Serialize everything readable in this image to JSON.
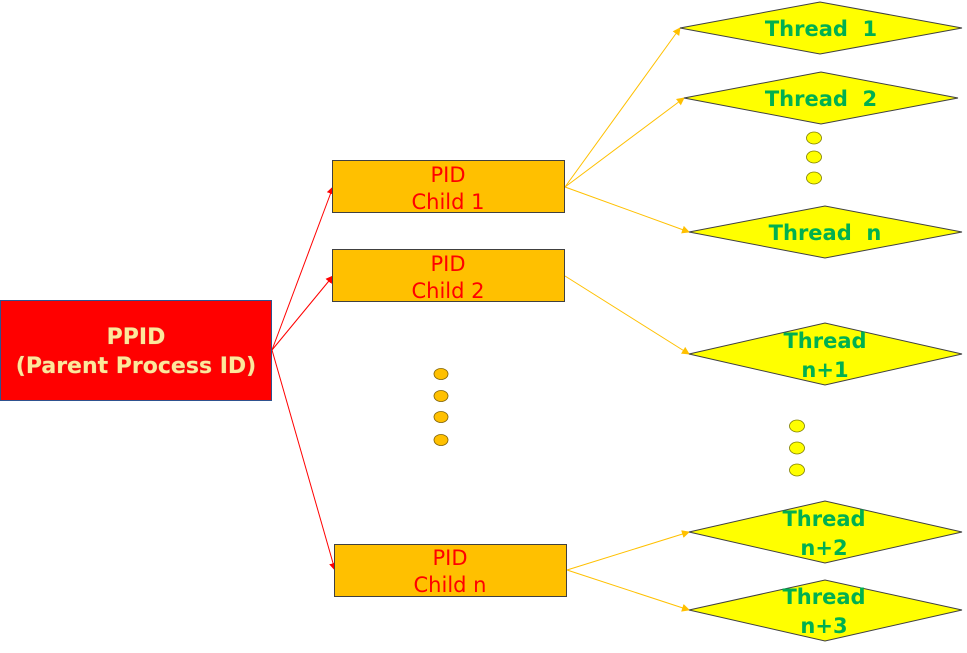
{
  "diagram": {
    "parent": {
      "line1": "PPID",
      "line2": "(Parent Process ID)",
      "fill": "#ff0000"
    },
    "children": [
      {
        "line1": "PID",
        "line2": "Child 1"
      },
      {
        "line1": "PID",
        "line2": "Child 2"
      },
      {
        "line1": "PID",
        "line2": "Child n"
      }
    ],
    "threads": [
      {
        "line1": "Thread  1",
        "line2": ""
      },
      {
        "line1": "Thread  2",
        "line2": ""
      },
      {
        "line1": "Thread  n",
        "line2": ""
      },
      {
        "line1": "Thread",
        "line2": "n+1"
      },
      {
        "line1": "Thread",
        "line2": "n+2"
      },
      {
        "line1": "Thread",
        "line2": "n+3"
      }
    ],
    "colors": {
      "parent_fill": "#ff0000",
      "child_fill": "#ffc000",
      "child_text": "#ff0000",
      "thread_fill": "#ffff00",
      "thread_text": "#00b050",
      "parent_arrow": "#ff0000",
      "child_arrow": "#ffc000"
    }
  }
}
